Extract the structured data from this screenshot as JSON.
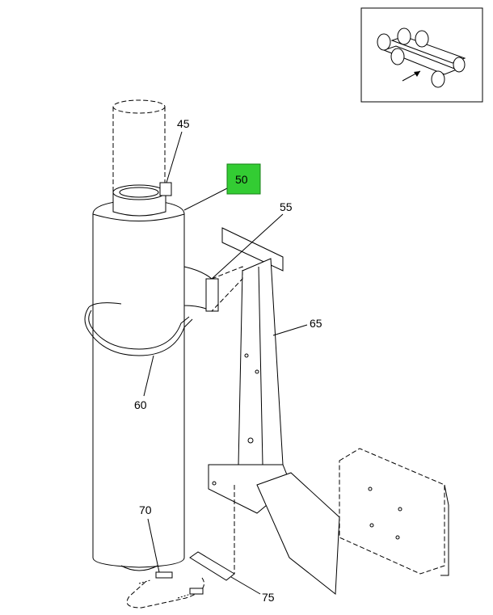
{
  "callouts": {
    "c45": "45",
    "c50": "50",
    "c55": "55",
    "c60": "60",
    "c65": "65",
    "c70": "70",
    "c75": "75"
  },
  "highlight_color": "#33cc33",
  "highlighted_callout": "50"
}
